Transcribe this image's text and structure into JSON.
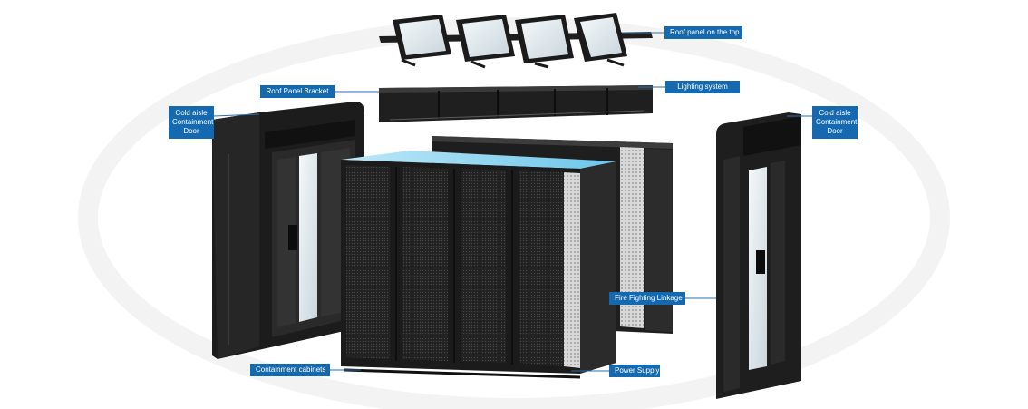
{
  "callouts": {
    "roof_panel_top": "Roof panel on the top",
    "roof_panel_bracket": "Roof Panel Bracket",
    "lighting_system": "Lighting system",
    "cold_aisle_door_left": "Cold aisle\nContainment\nDoor",
    "cold_aisle_door_right": "Cold aisle\nContainment\nDoor",
    "fire_fighting_linkage": "Fire Fighting Linkage",
    "containment_cabinets": "Containment cabinets",
    "power_supply": "Power Supply"
  },
  "colors": {
    "callout_fill": "#1569b0",
    "leader_line": "#2a6fb0",
    "cabinet_body": "#1c1c1c",
    "cabinet_edge": "#3a3a3a",
    "glass": "#e4edf2",
    "cold_aisle_highlight": "#8fd3ef"
  }
}
